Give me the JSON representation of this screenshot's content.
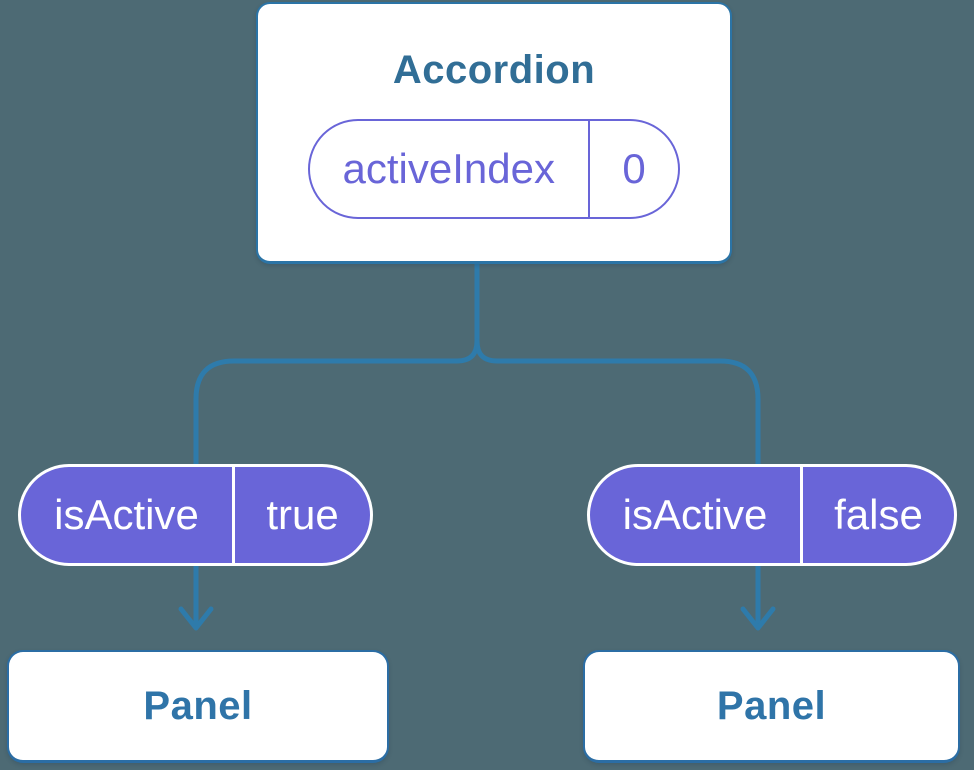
{
  "background_color": "#4d6a74",
  "colors": {
    "connector_blue": "#2e7bab",
    "card_border_blue": "#2b74a6",
    "component_title_text": "#316e96",
    "panel_title_text": "#2f74a8",
    "pill_purple": "#6965d8",
    "pill_text_on_purple": "#ffffff",
    "card_background": "#ffffff"
  },
  "tree": {
    "root": {
      "title": "Accordion",
      "state_pill": {
        "name": "activeIndex",
        "value": "0"
      }
    },
    "children": [
      {
        "prop_pill": {
          "name": "isActive",
          "value": "true"
        },
        "node": {
          "title": "Panel"
        }
      },
      {
        "prop_pill": {
          "name": "isActive",
          "value": "false"
        },
        "node": {
          "title": "Panel"
        }
      }
    ]
  }
}
